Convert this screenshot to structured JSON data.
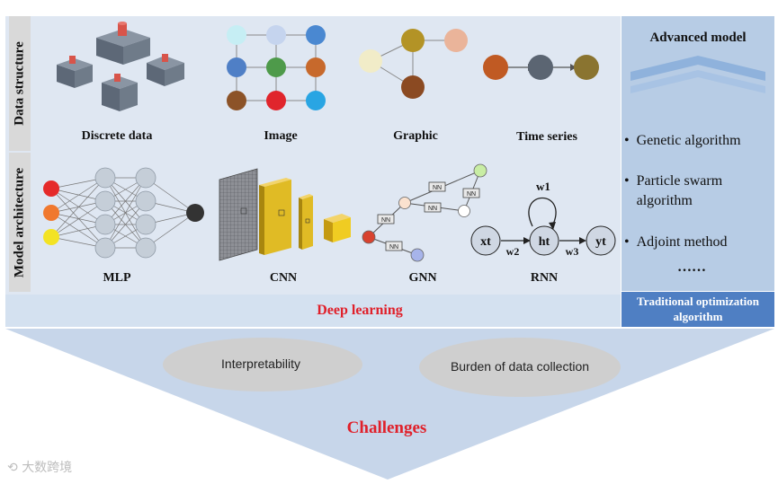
{
  "left_panel": {
    "row_labels": {
      "data_structure": "Data structure",
      "model_architecture": "Model architecture"
    },
    "data_structures": [
      "Discrete data",
      "Image",
      "Graphic",
      "Time series"
    ],
    "models": [
      "MLP",
      "CNN",
      "GNN",
      "RNN"
    ],
    "gnn_node_label": "NN",
    "rnn": {
      "input": "xt",
      "hidden": "ht",
      "output": "yt",
      "w1": "w1",
      "w2": "w2",
      "w3": "w3"
    },
    "footer": "Deep learning"
  },
  "right_panel": {
    "title": "Advanced model",
    "items": [
      "Genetic algorithm",
      "Particle swarm algorithm",
      "Adjoint method"
    ],
    "ellipsis": "……",
    "footer": "Traditional optimization algorithm"
  },
  "challenges": {
    "title": "Challenges",
    "items": [
      "Interpretability",
      "Burden of data collection"
    ]
  },
  "watermark": "大数跨境",
  "colors": {
    "panel_bg": "#dfe7f2",
    "right_panel_bg": "#b7cce5",
    "funnel": "#c7d6ea",
    "oval": "#cfcfcf",
    "red_text": "#e0202a",
    "footer_blue": "#4f7fc3"
  }
}
